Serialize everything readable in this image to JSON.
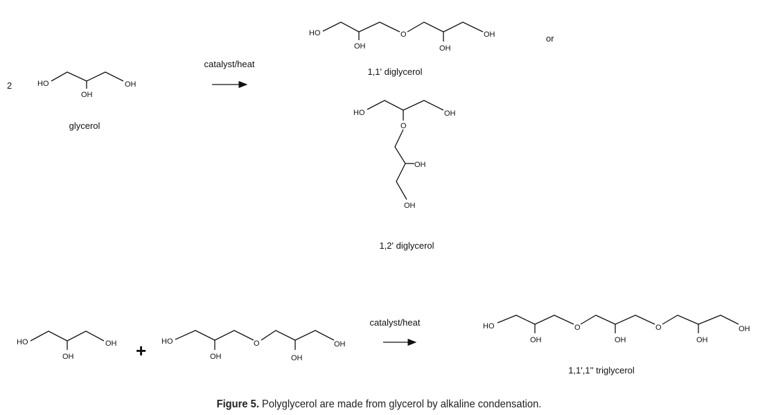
{
  "atoms": {
    "ho": "HO",
    "oh": "OH",
    "o": "O"
  },
  "reaction1": {
    "coefficient": "2",
    "reactant_name": "glycerol",
    "arrow_label": "catalyst/heat",
    "product1_name": "1,1' diglycerol",
    "or_label": "or",
    "product2_name": "1,2' diglycerol"
  },
  "reaction2": {
    "plus": "+",
    "arrow_label": "catalyst/heat",
    "product_name": "1,1',1'' triglycerol"
  },
  "caption": {
    "label": "Figure 5.",
    "text": " Polyglycerol are made from glycerol by alkaline condensation."
  }
}
